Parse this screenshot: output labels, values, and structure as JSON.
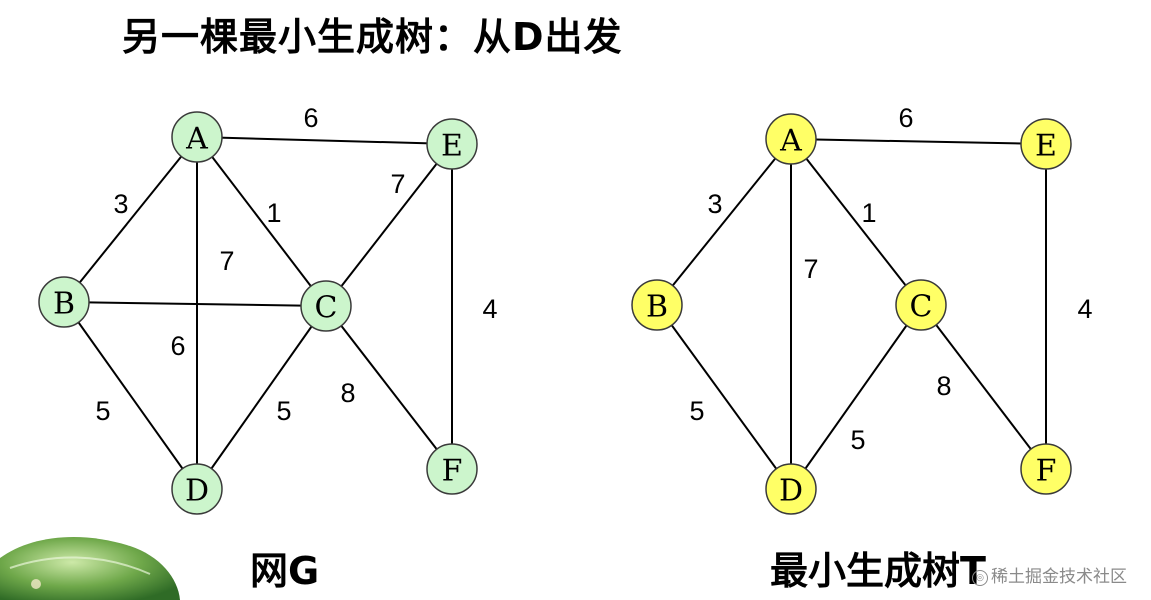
{
  "title": "另一棵最小生成树：从D出发",
  "colors": {
    "graph_node_fill": "#ccf5cc",
    "tree_node_fill": "#ffff66",
    "node_stroke": "#3a3a3a",
    "edge": "#000000"
  },
  "graph_g": {
    "caption": "网G",
    "nodes": [
      "A",
      "B",
      "C",
      "D",
      "E",
      "F"
    ],
    "edges": [
      {
        "from": "A",
        "to": "E",
        "weight": "6"
      },
      {
        "from": "A",
        "to": "B",
        "weight": "3"
      },
      {
        "from": "A",
        "to": "C",
        "weight": "1"
      },
      {
        "from": "A",
        "to": "D",
        "weight": "7"
      },
      {
        "from": "B",
        "to": "C",
        "weight": "6"
      },
      {
        "from": "C",
        "to": "E",
        "weight": "7"
      },
      {
        "from": "E",
        "to": "F",
        "weight": "4"
      },
      {
        "from": "B",
        "to": "D",
        "weight": "5"
      },
      {
        "from": "C",
        "to": "D",
        "weight": "5"
      },
      {
        "from": "C",
        "to": "F",
        "weight": "8"
      }
    ]
  },
  "tree_t": {
    "caption": "最小生成树T",
    "nodes": [
      "A",
      "B",
      "C",
      "D",
      "E",
      "F"
    ],
    "edges": [
      {
        "from": "A",
        "to": "E",
        "weight": "6"
      },
      {
        "from": "A",
        "to": "B",
        "weight": "3"
      },
      {
        "from": "A",
        "to": "C",
        "weight": "1"
      },
      {
        "from": "A",
        "to": "D",
        "weight": "7"
      },
      {
        "from": "E",
        "to": "F",
        "weight": "4"
      },
      {
        "from": "B",
        "to": "D",
        "weight": "5"
      },
      {
        "from": "C",
        "to": "D",
        "weight": "5"
      },
      {
        "from": "C",
        "to": "F",
        "weight": "8"
      }
    ]
  },
  "watermark": "稀土掘金技术社区"
}
